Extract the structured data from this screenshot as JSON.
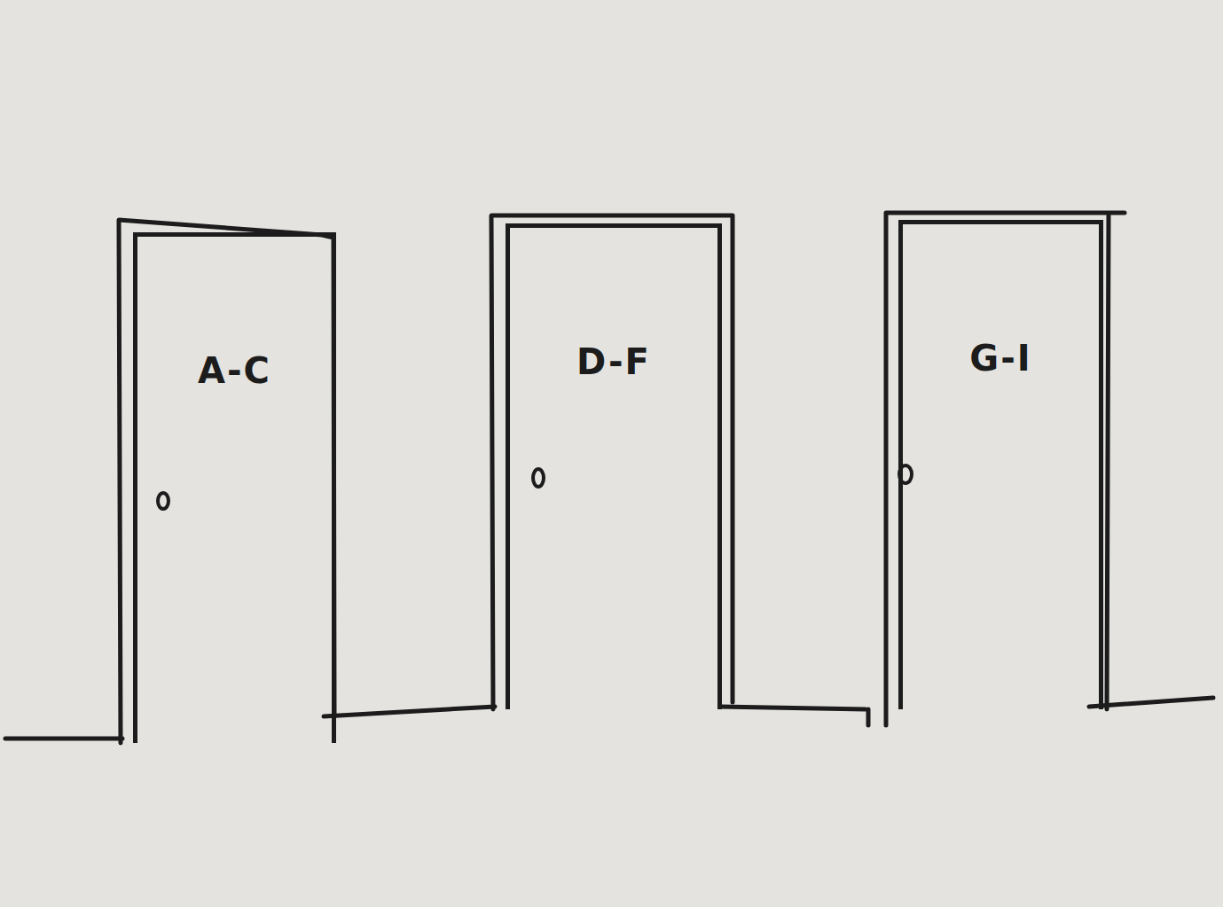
{
  "diagram": {
    "nodes": [
      {
        "text": [
          "A-C"
        ]
      },
      {
        "text": [
          "D-F"
        ]
      },
      {
        "text": [
          "G-I"
        ]
      }
    ]
  }
}
